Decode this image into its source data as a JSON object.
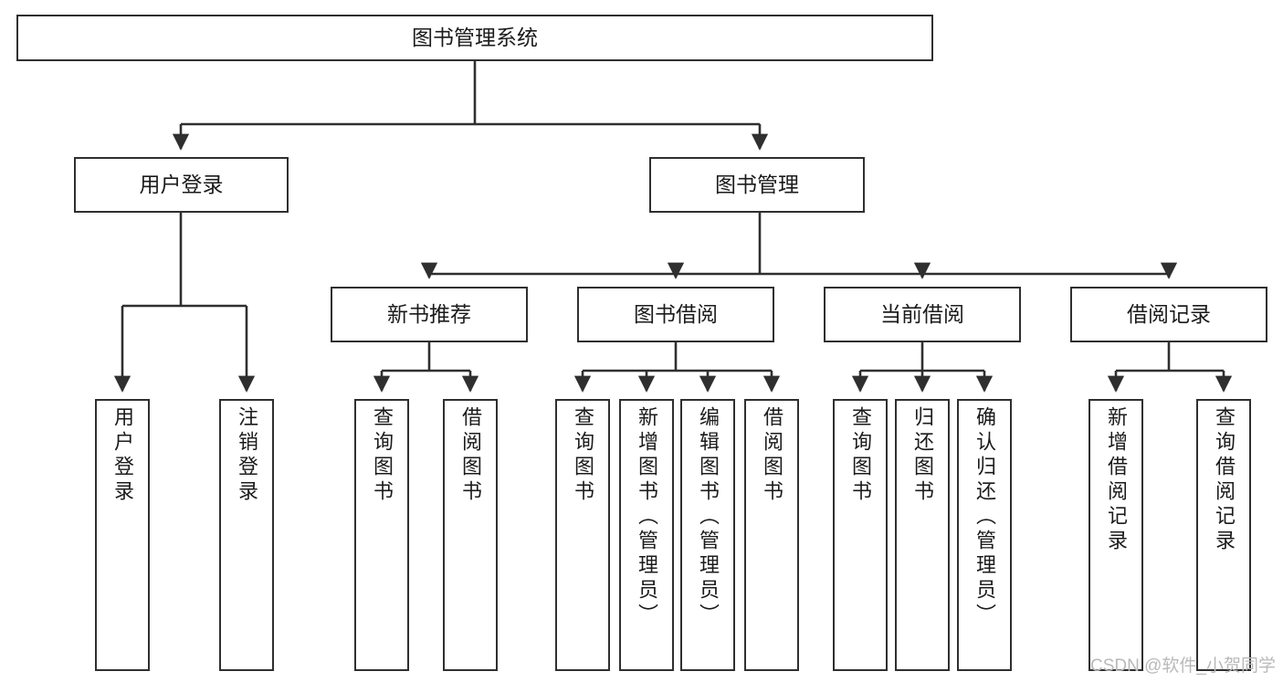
{
  "diagram": {
    "title": "图书管理系统",
    "watermark": "CSDN @软件_小贺同学",
    "colors": {
      "stroke": "#2f2f2f",
      "fill": "#ffffff",
      "text": "#1b1b1b",
      "watermark": "#b9b9b9"
    },
    "nodes": {
      "root": "图书管理系统",
      "user_login": "用户登录",
      "book_manage": "图书管理",
      "new_book_rec": "新书推荐",
      "book_borrow": "图书借阅",
      "current_borrow": "当前借阅",
      "borrow_record": "借阅记录",
      "leaf_user_login": "用户登录",
      "leaf_user_logout": "注销登录",
      "leaf_rec_query": "查询图书",
      "leaf_rec_borrow": "借阅图书",
      "leaf_borrow_query": "查询图书",
      "leaf_borrow_add": "新增图书（管理员）",
      "leaf_borrow_edit": "编辑图书（管理员）",
      "leaf_borrow_borrow": "借阅图书",
      "leaf_cur_query": "查询图书",
      "leaf_cur_return": "归还图书",
      "leaf_cur_confirm": "确认归还（管理员）",
      "leaf_rec_add": "新增借阅记录",
      "leaf_rec_query_record": "查询借阅记录"
    }
  }
}
